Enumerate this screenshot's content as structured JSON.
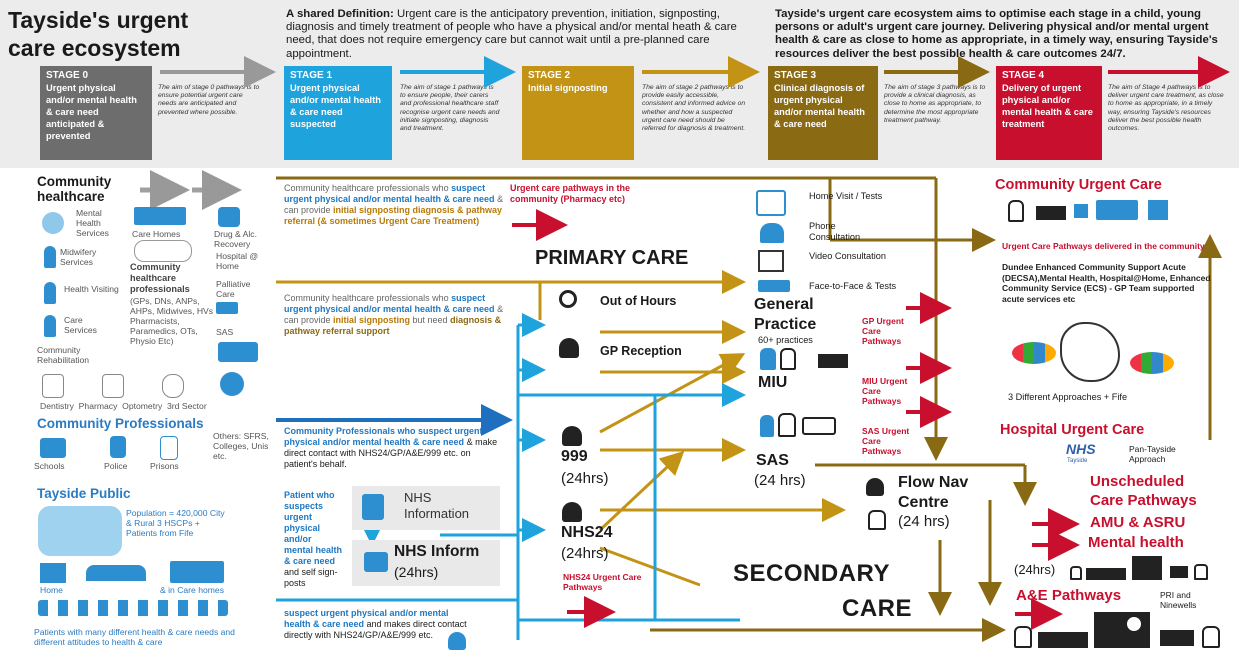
{
  "header": {
    "title_line1": "Tayside's urgent",
    "title_line2": "care ecosystem",
    "definition_lead": "A shared Definition:",
    "definition_text": " Urgent care is the anticipatory prevention, initiation, signposting, diagnosis and timely treatment of people who have a physical and/or mental heath & care need, that does not require emergency care but cannot wait until a pre-planned care appointment.",
    "aim_text": "Tayside's urgent care ecosystem aims to optimise each stage in a child, young persons or adult's urgent care journey. Delivering physical and/or mental urgent health & care as close to home as appropriate, in a timely way, ensuring Tayside's resources deliver the best possible health & care outcomes 24/7."
  },
  "stages": [
    {
      "num": "STAGE 0",
      "text": "Urgent physical and/or mental health & care need anticipated & prevented",
      "color": "#6d6d6d",
      "aim": "The aim of stage 0 pathways is to ensure potential urgent care needs are anticipated and prevented where possible."
    },
    {
      "num": "STAGE 1",
      "text": "Urgent physical and/or mental health & care need suspected",
      "color": "#1ea3dc",
      "aim": "The aim of stage 1 pathways is to ensure people, their carers and professional healthcare staff recognise urgent care needs and initiate signposting, diagnosis and treatment."
    },
    {
      "num": "STAGE 2",
      "text": "Initial signposting",
      "color": "#c39315",
      "aim": "The aim of stage 2 pathways is to provide easily accessible, consistent and informed advice on whether and how a suspected urgent care need should be referred for diagnosis & treatment."
    },
    {
      "num": "STAGE 3",
      "text": "Clinical diagnosis of urgent physical and/or mental health & care need",
      "color": "#8b6a14",
      "aim": "The aim of stage 3 pathways is to provide a clinical diagnosis, as close to home as appropriate, to determine the most appropriate treatment pathway."
    },
    {
      "num": "STAGE 4",
      "text": "Delivery of urgent physical and/or mental health & care treatment",
      "color": "#c8102e",
      "aim": "The aim of Stage 4 pathways is to deliver urgent care treatment, as close to home as appropriate, in a timely way, ensuring Tayside's resources deliver the best possible health outcomes."
    }
  ],
  "community": {
    "heading1": "Community",
    "heading2": "healthcare",
    "services": [
      "Mental Health Services",
      "Midwifery Services",
      "Health Visiting",
      "Care Services",
      "Community Rehabilitation"
    ],
    "care_homes": "Care Homes",
    "drug_alc": "Drug & Alc. Recovery",
    "hospital_home": "Hospital @ Home",
    "palliative": "Palliative Care",
    "sas": "SAS",
    "professionals": "Community healthcare professionals",
    "professionals_list": "(GPs, DNs, ANPs, AHPs, Midwives, HVs Pharmacists, Paramedics, OTs, Physio Etc)",
    "bottom_row": "Dentistry  Pharmacy  Optometry  3rd Sector"
  },
  "community_prof": {
    "heading": "Community Professionals",
    "items": [
      "Schools",
      "Police",
      "Prisons"
    ],
    "others": "Others: SFRS, Colleges, Unis etc."
  },
  "public": {
    "heading": "Tayside Public",
    "population": "Population = 420,000 City & Rural 3 HSCPs + Patients from Fife",
    "home": "Home",
    "care_homes": "& in Care homes",
    "patients_text": "Patients with many different health & care needs and different attitudes to health & care"
  },
  "flow_text": {
    "block1_a": "Community healthcare professionals who ",
    "block1_b": "suspect urgent physical and/or mental health & care need",
    "block1_c": " & can provide ",
    "block1_d": "initial signposting diagnosis & pathway referral (& sometimes Urgent Care Treatment)",
    "pharmacy": "Urgent care pathways in the community (Pharmacy etc)",
    "block2_a": "Community healthcare professionals who ",
    "block2_b": "suspect urgent physical and/or mental health & care need",
    "block2_c": " & can provide ",
    "block2_d": "initial signposting",
    "block2_e": " but need ",
    "block2_f": "diagnosis & pathway referral support",
    "block3_a": "Community Professionals",
    "block3_b": " who suspect urgent physical and/or mental health & care need",
    "block3_c": " & make direct contact with NHS24/GP/A&E/999 etc. on patient's behalf.",
    "block4_a": "Patient",
    "block4_b": " who suspects urgent physical and/or mental health & care need",
    "block4_c": " and self sign-posts",
    "block5_a": "suspect urgent physical and/or mental health & care need",
    "block5_b": " and makes direct contact directly with NHS24/GP/A&E/999 etc."
  },
  "nodes": {
    "nhs_info": "NHS Information",
    "nhs_inform": "NHS Inform",
    "nhs_inform_hrs": "(24hrs)",
    "primary_care": "PRIMARY CARE",
    "out_of_hours": "Out of Hours",
    "gp_reception": "GP Reception",
    "n999": "999",
    "n999_hrs": "(24hrs)",
    "nhs24": "NHS24",
    "nhs24_hrs": "(24hrs)",
    "nhs24_pathways": "NHS24 Urgent Care Pathways",
    "secondary1": "SECONDARY",
    "secondary2": "CARE",
    "home_visit": "Home Visit / Tests",
    "phone": "Phone Consultation",
    "video": "Video Consultation",
    "f2f": "Face-to-Face & Tests",
    "general1": "General",
    "general2": "Practice",
    "practices": "60+ practices",
    "miu": "MIU",
    "sas": "SAS",
    "sas_hrs": "(24 hrs)",
    "flow1": "Flow Nav",
    "flow2": "Centre",
    "flow_hrs": "(24 hrs)",
    "gp_urgent": "GP Urgent Care Pathways",
    "miu_urgent": "MIU Urgent Care Pathways",
    "sas_urgent": "SAS Urgent Care Pathways"
  },
  "right": {
    "cuc_heading": "Community Urgent Care",
    "cuc_red": "Urgent Care Pathways delivered in the community",
    "cuc_text": "Dundee Enhanced Community Support Acute (DECSA),Mental Health, Hospital@Home, Enhanced Community Service (ECS) - GP Team supported acute services etc",
    "approaches": "3 Different Approaches + Fife",
    "huc_heading": "Hospital Urgent Care",
    "nhs": "NHS",
    "tayside": "Tayside",
    "pan": "Pan-Tayside Approach",
    "unscheduled1": "Unscheduled",
    "unscheduled2": "Care Pathways",
    "amu": "AMU & ASRU",
    "mh": "Mental health",
    "hrs24": "(24hrs)",
    "ae": "A&E Pathways",
    "pri": "PRI and Ninewells"
  }
}
